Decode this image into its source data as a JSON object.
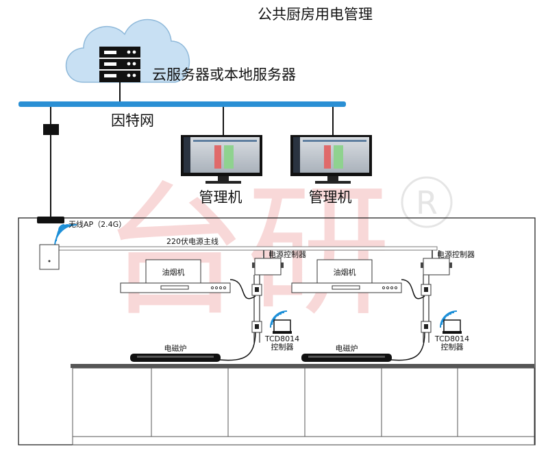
{
  "title": "公共厨房用电管理",
  "server_label": "云服务器或本地服务器",
  "network_label": "因特网",
  "pc_label": "管理机",
  "ap_label": "无线AP（2.4G）",
  "main_line_label": "220伏电源主线",
  "power_controller_label": "电源控制器",
  "hood_label": "油烟机",
  "induction_label": "电磁炉",
  "tcd_label_line1": "TCD8014",
  "tcd_label_line2": "控制器",
  "watermark": "台研",
  "registered_mark": "R",
  "colors": {
    "network_bar": "#2a8fd4",
    "cloud": "#c8e0f3",
    "wifi": "#1c8fd8",
    "watermark": "#f2b8b8"
  }
}
